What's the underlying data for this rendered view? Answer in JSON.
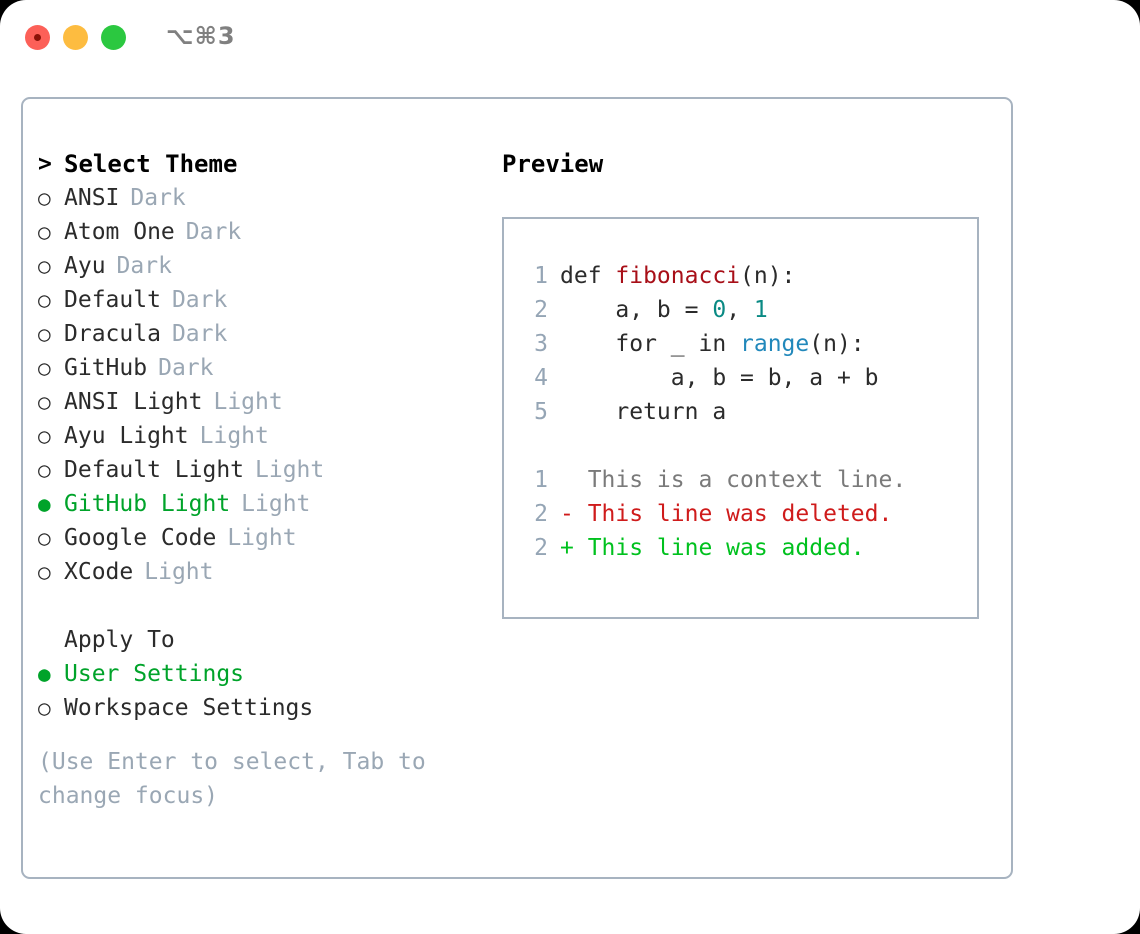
{
  "titlebar": {
    "shortcut": "⌥⌘3",
    "buttons": [
      "close",
      "minimize",
      "maximize"
    ]
  },
  "theme_picker": {
    "heading": "Select Theme",
    "heading_marker": ">",
    "marker_unselected": "○",
    "marker_selected": "●",
    "items": [
      {
        "label": "ANSI",
        "tag": "Dark",
        "selected": false
      },
      {
        "label": "Atom One",
        "tag": "Dark",
        "selected": false
      },
      {
        "label": "Ayu",
        "tag": "Dark",
        "selected": false
      },
      {
        "label": "Default",
        "tag": "Dark",
        "selected": false
      },
      {
        "label": "Dracula",
        "tag": "Dark",
        "selected": false
      },
      {
        "label": "GitHub",
        "tag": "Dark",
        "selected": false
      },
      {
        "label": "ANSI Light",
        "tag": "Light",
        "selected": false
      },
      {
        "label": "Ayu Light",
        "tag": "Light",
        "selected": false
      },
      {
        "label": "Default Light",
        "tag": "Light",
        "selected": false
      },
      {
        "label": "GitHub Light",
        "tag": "Light",
        "selected": true
      },
      {
        "label": "Google Code",
        "tag": "Light",
        "selected": false
      },
      {
        "label": "XCode",
        "tag": "Light",
        "selected": false
      }
    ]
  },
  "apply_to": {
    "title": "Apply To",
    "items": [
      {
        "label": "User Settings",
        "selected": true
      },
      {
        "label": "Workspace Settings",
        "selected": false
      }
    ]
  },
  "hint": "(Use Enter to select, Tab to change focus)",
  "preview": {
    "title": "Preview",
    "code_lines": [
      {
        "num": "1",
        "tokens": [
          {
            "t": "def ",
            "c": "plain"
          },
          {
            "t": "fibonacci",
            "c": "func"
          },
          {
            "t": "(n):",
            "c": "plain"
          }
        ]
      },
      {
        "num": "2",
        "tokens": [
          {
            "t": "    a, b = ",
            "c": "plain"
          },
          {
            "t": "0",
            "c": "num"
          },
          {
            "t": ", ",
            "c": "plain"
          },
          {
            "t": "1",
            "c": "num"
          }
        ]
      },
      {
        "num": "3",
        "tokens": [
          {
            "t": "    for _ in ",
            "c": "plain"
          },
          {
            "t": "range",
            "c": "call"
          },
          {
            "t": "(n):",
            "c": "plain"
          }
        ]
      },
      {
        "num": "4",
        "tokens": [
          {
            "t": "        a, b = b, a + b",
            "c": "plain"
          }
        ]
      },
      {
        "num": "5",
        "tokens": [
          {
            "t": "    return a",
            "c": "plain"
          }
        ]
      }
    ],
    "diff_lines": [
      {
        "num": "1",
        "prefix": "  ",
        "text": "This is a context line.",
        "kind": "context"
      },
      {
        "num": "2",
        "prefix": "- ",
        "text": "This line was deleted.",
        "kind": "deleted"
      },
      {
        "num": "2",
        "prefix": "+ ",
        "text": "This line was added.",
        "kind": "added"
      }
    ]
  },
  "colors": {
    "accent_green": "#00a32a",
    "border": "#a7b3c0",
    "muted": "#9aa7b4",
    "code_func": "#a80f18",
    "code_num": "#0a8a84",
    "code_call": "#2188bb",
    "diff_deleted": "#cf1b1b",
    "diff_added": "#00c11e",
    "line_number": "#95a5b5"
  }
}
